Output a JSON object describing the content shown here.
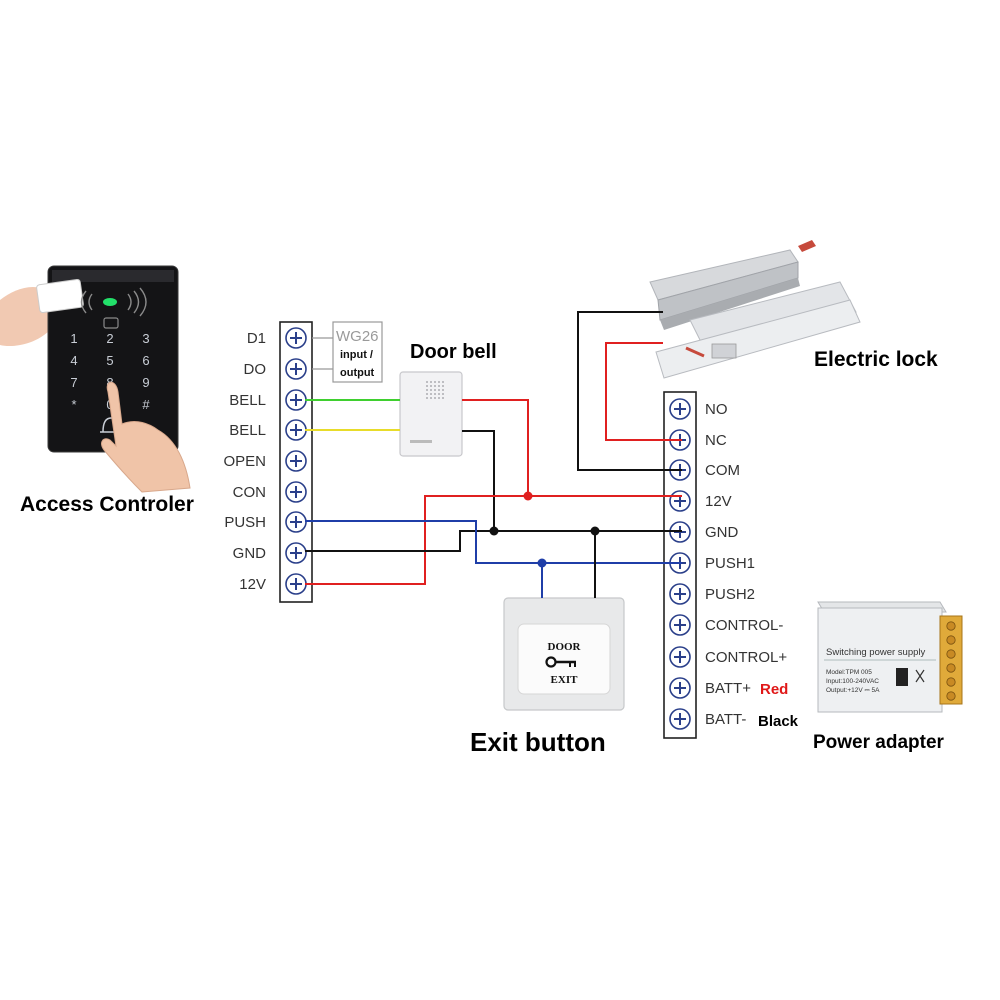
{
  "title_access_controller": "Access Controler",
  "title_door_bell": "Door bell",
  "title_electric_lock": "Electric lock",
  "title_exit_button": "Exit button",
  "title_power_adapter": "Power adapter",
  "wg26": {
    "title": "WG26",
    "line1": "input /",
    "line2": "output"
  },
  "left_terminals": [
    "D1",
    "DO",
    "BELL",
    "BELL",
    "OPEN",
    "CON",
    "PUSH",
    "GND",
    "12V"
  ],
  "right_terminals": [
    "NO",
    "NC",
    "COM",
    "12V",
    "GND",
    "PUSH1",
    "PUSH2",
    "CONTROL-",
    "CONTROL+",
    "BATT+",
    "BATT-"
  ],
  "batt_plus_color_label": "Red",
  "batt_minus_color_label": "Black",
  "exit_button": {
    "line1": "DOOR",
    "line2": "EXIT"
  },
  "power_supply": {
    "header": "Switching power supply",
    "model": "Model:TPM 005",
    "input": "Input:100-240VAC",
    "output": "Output:+12V ⎓ 5A"
  },
  "keypad_keys": [
    "1",
    "2",
    "3",
    "4",
    "5",
    "6",
    "7",
    "8",
    "9",
    "*",
    "0",
    "#"
  ],
  "colors": {
    "red_wire": "#e02020",
    "black_wire": "#111111",
    "blue_wire": "#1f3ea8",
    "green_wire": "#3fcf2f",
    "yellow_wire": "#e8dc2a",
    "terminal_blue": "#2a3f8a",
    "batt_red_label": "#e01818"
  }
}
